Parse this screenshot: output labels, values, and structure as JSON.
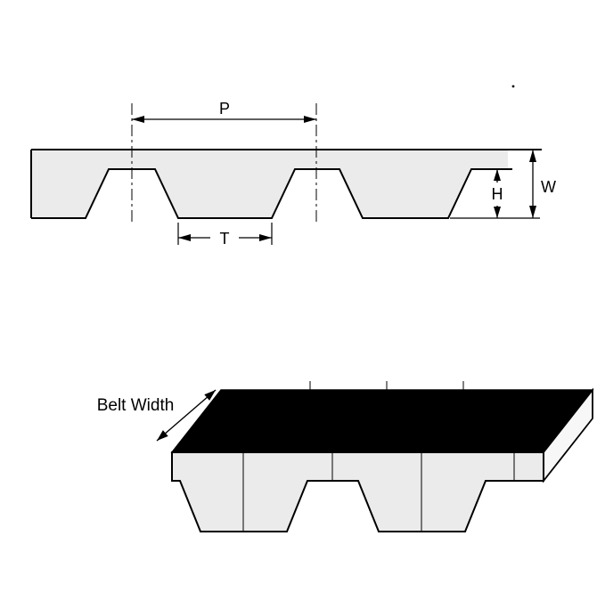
{
  "diagram": {
    "labels": {
      "pitch": "P",
      "tooth_width": "T",
      "tooth_height": "H",
      "belt_thickness": "W",
      "belt_width": "Belt Width"
    },
    "colors": {
      "background": "#ffffff",
      "belt_fill": "#ebebeb",
      "outline": "#000000",
      "top_face": "#000000",
      "end_face": "#f7f7f7"
    }
  }
}
